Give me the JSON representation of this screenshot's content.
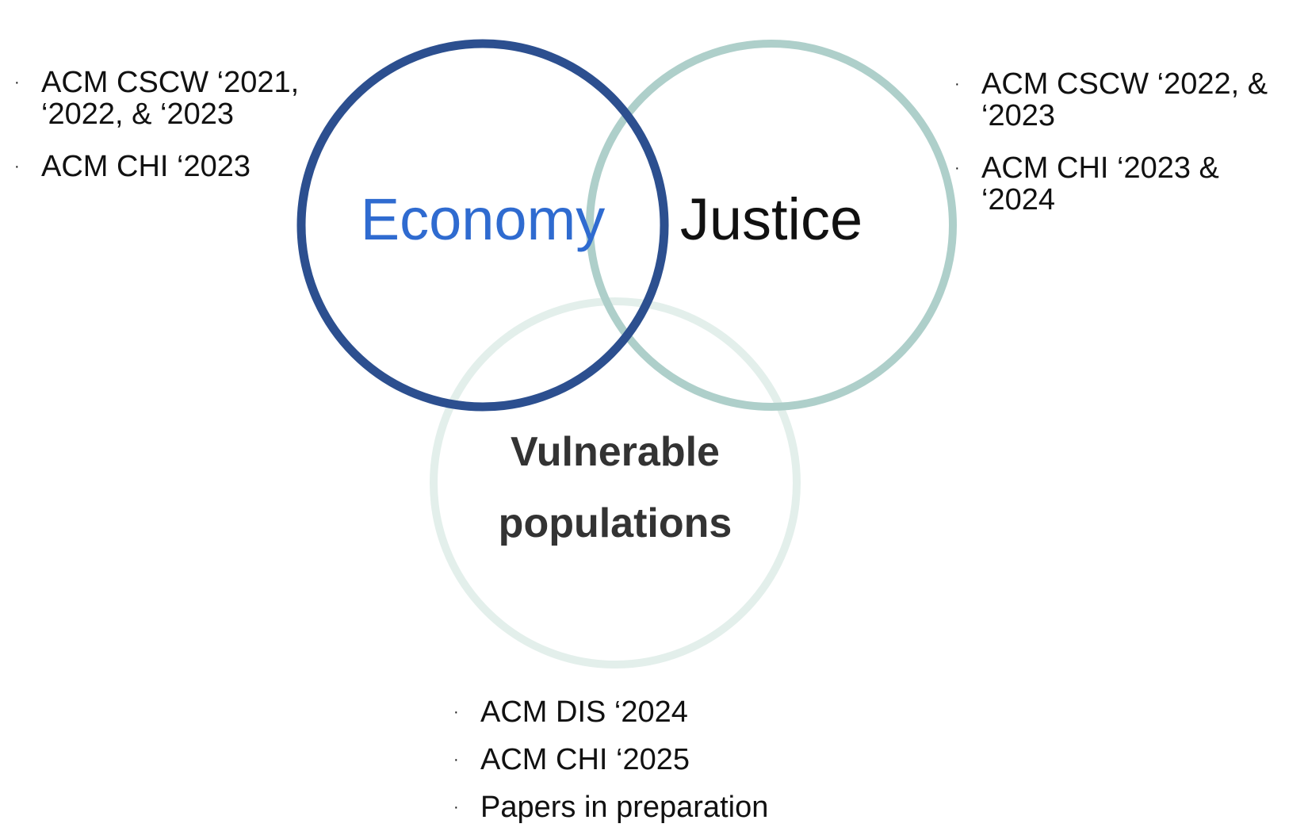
{
  "circles": [
    {
      "id": "economy",
      "label": "Economy",
      "stroke": "#2c4f8f",
      "label_color": "#2f6bd0"
    },
    {
      "id": "justice",
      "label": "Justice",
      "stroke": "#aecfca",
      "label_color": "#111111"
    },
    {
      "id": "vulnerable",
      "label_line1": "Vulnerable",
      "label_line2": "populations",
      "stroke": "#e3efeb",
      "label_color": "#333333"
    }
  ],
  "economy_pubs": [
    "ACM CSCW ‘2021, ‘2022, & ‘2023",
    "ACM CHI ‘2023"
  ],
  "justice_pubs": [
    "ACM CSCW ‘2022, & ‘2023",
    "ACM CHI ‘2023 & ‘2024"
  ],
  "vulnerable_pubs": [
    "ACM DIS ‘2024",
    "ACM CHI ‘2025",
    "Papers in preparation"
  ],
  "bullet": "·"
}
